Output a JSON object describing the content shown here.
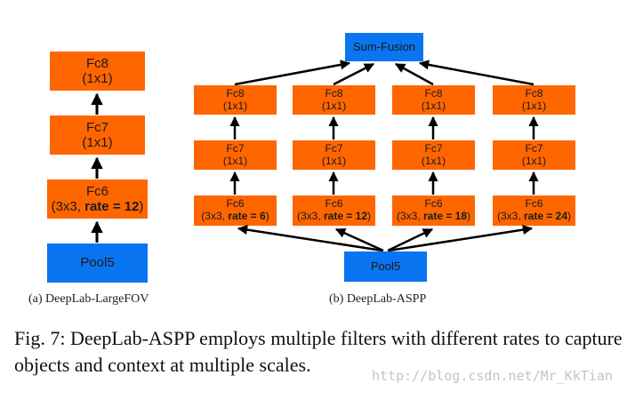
{
  "left": {
    "fc8": {
      "title": "Fc8",
      "kernel": "(1x1)"
    },
    "fc7": {
      "title": "Fc7",
      "kernel": "(1x1)"
    },
    "fc6": {
      "title": "Fc6",
      "kernel_prefix": "(3x3, ",
      "rate": "rate = 12",
      "kernel_suffix": ")"
    },
    "pool": "Pool5",
    "subcaption": "(a) DeepLab-LargeFOV"
  },
  "right": {
    "fusion": "Sum-Fusion",
    "branches": [
      {
        "fc8": "Fc8",
        "fc8_kernel": "(1x1)",
        "fc7": "Fc7",
        "fc7_kernel": "(1x1)",
        "fc6": "Fc6",
        "fc6_prefix": "(3x3, ",
        "rate": "rate = 6",
        "fc6_suffix": ")"
      },
      {
        "fc8": "Fc8",
        "fc8_kernel": "(1x1)",
        "fc7": "Fc7",
        "fc7_kernel": "(1x1)",
        "fc6": "Fc6",
        "fc6_prefix": "(3x3, ",
        "rate": "rate = 12",
        "fc6_suffix": ")"
      },
      {
        "fc8": "Fc8",
        "fc8_kernel": "(1x1)",
        "fc7": "Fc7",
        "fc7_kernel": "(1x1)",
        "fc6": "Fc6",
        "fc6_prefix": "(3x3, ",
        "rate": "rate = 18",
        "fc6_suffix": ")"
      },
      {
        "fc8": "Fc8",
        "fc8_kernel": "(1x1)",
        "fc7": "Fc7",
        "fc7_kernel": "(1x1)",
        "fc6": "Fc6",
        "fc6_prefix": "(3x3, ",
        "rate": "rate = 24",
        "fc6_suffix": ")"
      }
    ],
    "pool": "Pool5",
    "subcaption": "(b) DeepLab-ASPP"
  },
  "caption": "Fig. 7: DeepLab-ASPP employs multiple filters with different rates to capture objects and context at multiple scales.",
  "watermark": "http://blog.csdn.net/Mr_KkTian",
  "colors": {
    "layer": "#ff6600",
    "pool": "#0a75f0",
    "arrow": "#000000"
  }
}
